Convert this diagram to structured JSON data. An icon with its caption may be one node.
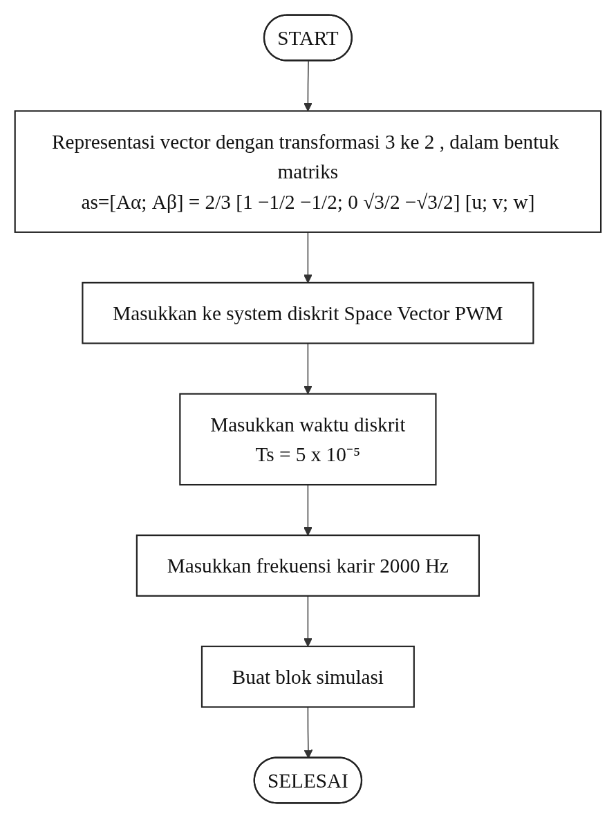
{
  "diagram": {
    "nodes": [
      {
        "text": [
          "START"
        ]
      },
      {
        "text": [
          "Representasi vector dengan transformasi 3 ke 2 , dalam bentuk matriks",
          "as=[Aα; Aβ] = 2/3 [1 −1/2 −1/2; 0 √3/2 −√3/2] [u; v; w]"
        ]
      },
      {
        "text": [
          "Masukkan ke system diskrit Space Vector PWM"
        ]
      },
      {
        "text": [
          "Masukkan waktu diskrit",
          "Ts = 5 x 10⁻⁵"
        ]
      },
      {
        "text": [
          "Masukkan frekuensi karir 2000 Hz"
        ]
      },
      {
        "text": [
          "Buat blok simulasi"
        ]
      },
      {
        "text": [
          "SELESAI"
        ]
      }
    ],
    "edges": [
      {
        "from": 0,
        "to": 1,
        "arrow": "to"
      },
      {
        "from": 1,
        "to": 2,
        "arrow": "to"
      },
      {
        "from": 2,
        "to": 3,
        "arrow": "to"
      },
      {
        "from": 3,
        "to": 4,
        "arrow": "to"
      },
      {
        "from": 4,
        "to": 5,
        "arrow": "to"
      },
      {
        "from": 5,
        "to": 6,
        "arrow": "to"
      }
    ]
  }
}
